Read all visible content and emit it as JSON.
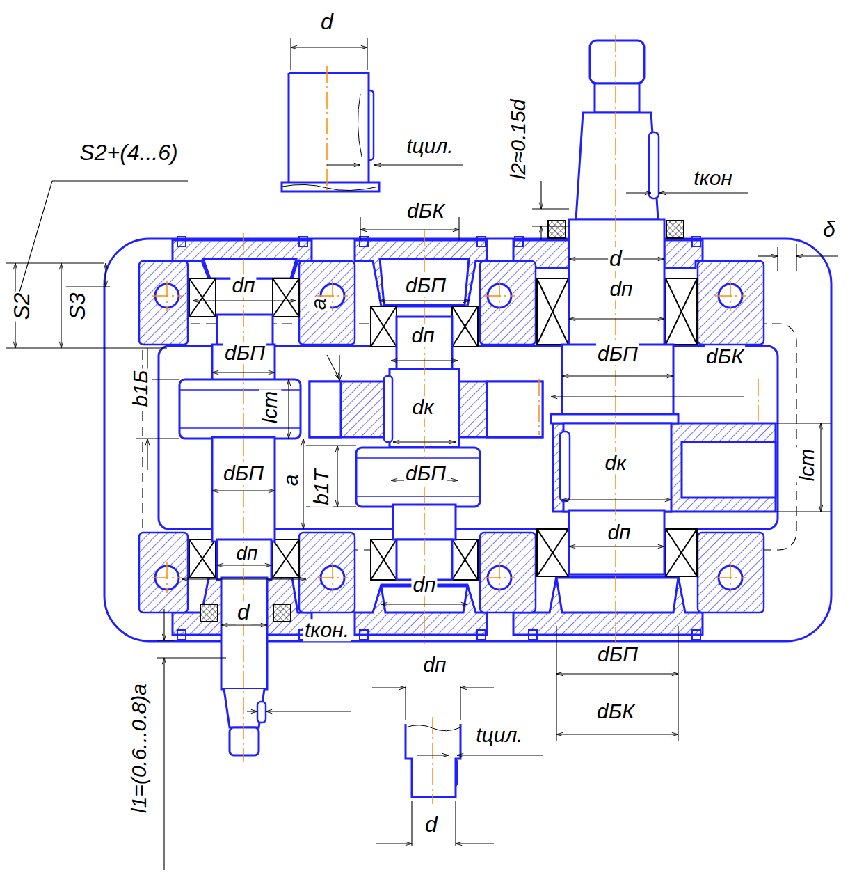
{
  "diagram": {
    "labels": [
      "d",
      "S2+(4...6)",
      "tцил.",
      "l2≈0.15d",
      "tкон",
      "dБК",
      "δ",
      "d",
      "S2",
      "S3",
      "dп",
      "dБП",
      "a",
      "dп",
      "dп",
      "dБП",
      "dБП",
      "dБК",
      "b1Б",
      "lст",
      "dк",
      "dк",
      "lст",
      "dБП",
      "a",
      "b1Т",
      "dБП",
      "dп",
      "dп",
      "dп",
      "d",
      "tкон.",
      "dБП",
      "dп",
      "dБК",
      "tцил.",
      "l1=(0.6...0.8)a",
      "d"
    ]
  }
}
